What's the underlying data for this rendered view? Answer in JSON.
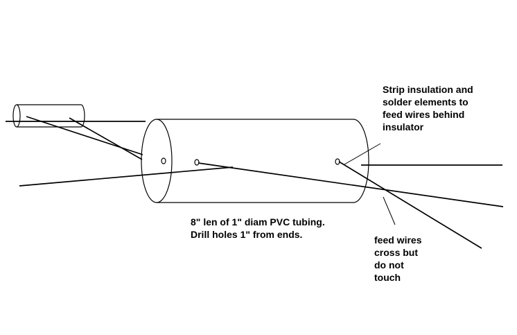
{
  "annotations": {
    "strip_note": [
      "Strip insulation and",
      "solder elements to",
      "feed wires behind",
      "insulator"
    ],
    "tube_note": [
      "8\" len of 1\" diam PVC tubing.",
      "Drill holes 1\" from ends."
    ],
    "cross_note": [
      "feed wires",
      "cross but",
      "do not",
      "touch"
    ]
  },
  "colors": {
    "ink": "#000000",
    "background": "#ffffff"
  }
}
